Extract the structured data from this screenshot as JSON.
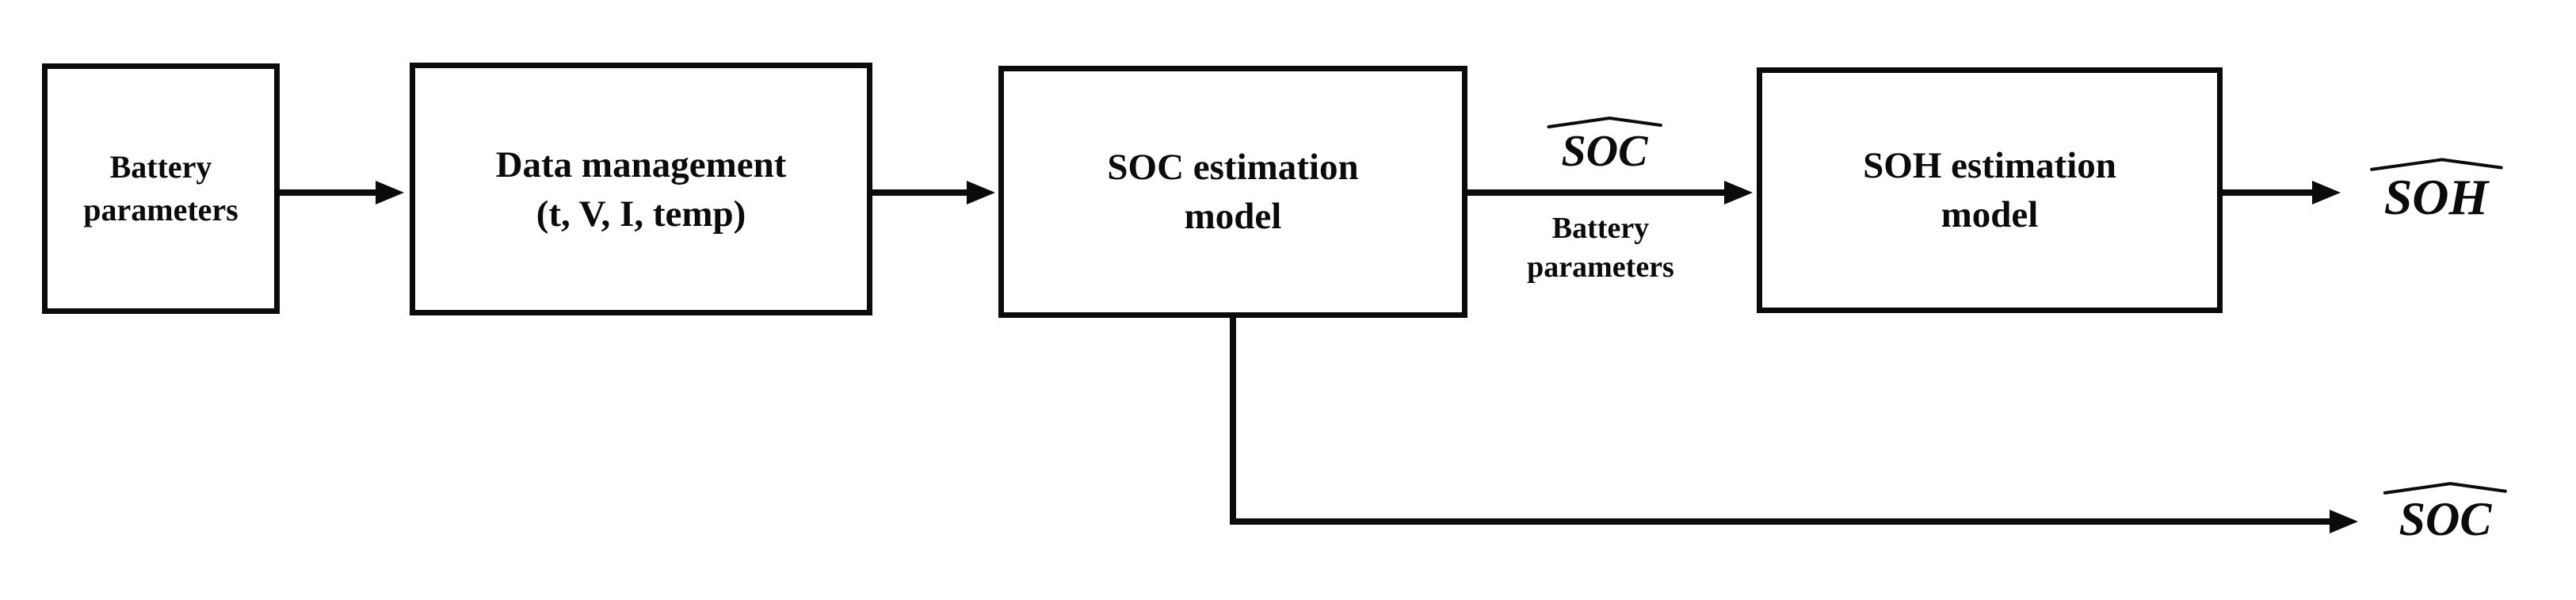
{
  "figure": {
    "colors": {
      "ink": "#0b0b0b",
      "background": "#ffffff"
    },
    "boxes": [
      {
        "id": "battery-parameters",
        "lines": [
          "Battery",
          "parameters"
        ]
      },
      {
        "id": "data-management",
        "lines": [
          "Data management",
          "(t, V, I, temp)"
        ]
      },
      {
        "id": "soc-estimation-model",
        "lines": [
          "SOC estimation",
          "model"
        ]
      },
      {
        "id": "soh-estimation-model",
        "lines": [
          "SOH estimation",
          "model"
        ]
      }
    ],
    "labels": {
      "soc_hat_mid": {
        "text": "SOC",
        "hat": true
      },
      "battery_parameters_mid": {
        "lines": [
          "Battery",
          "parameters"
        ]
      },
      "soh_hat_out": {
        "text": "SOH",
        "hat": true
      },
      "soc_hat_bottom": {
        "text": "SOC",
        "hat": true
      }
    },
    "arrows": [
      {
        "from": "battery-parameters",
        "to": "data-management"
      },
      {
        "from": "data-management",
        "to": "soc-estimation-model"
      },
      {
        "from": "soc-estimation-model",
        "to": "soh-estimation-model",
        "label_above": "SOC (hat)",
        "label_below": "Battery parameters"
      },
      {
        "from": "soh-estimation-model",
        "to": "output SOH (hat)"
      },
      {
        "from": "soc-estimation-model-bottom",
        "to": "output SOC (hat)",
        "path": "down-then-right"
      }
    ]
  }
}
